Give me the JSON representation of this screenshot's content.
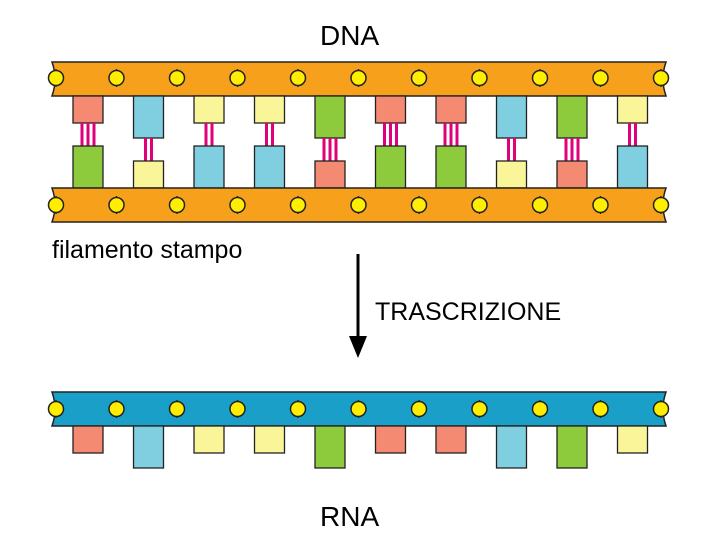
{
  "titles": {
    "dna": "DNA",
    "rna": "RNA",
    "template_strand": "filamento stampo",
    "process": "TRASCRIZIONE"
  },
  "colors": {
    "dna_backbone": "#f7a01c",
    "rna_backbone": "#1aa0c8",
    "phosphate": "#ffee00",
    "hydrogen_bond": "#e0007a",
    "outline": "#222222",
    "arrow": "#000000"
  },
  "base_colors": {
    "red": "#f58a72",
    "blue": "#7fcfe0",
    "yellow": "#fbf59a",
    "green": "#8ecb3c"
  },
  "dna": {
    "top_strand_bases": [
      "red",
      "blue",
      "yellow",
      "yellow",
      "green",
      "red",
      "red",
      "blue",
      "green",
      "yellow"
    ],
    "template_strand_bases": [
      "green",
      "yellow",
      "blue",
      "blue",
      "red",
      "green",
      "green",
      "yellow",
      "red",
      "blue"
    ],
    "hydrogen_bonds": [
      3,
      2,
      2,
      2,
      3,
      3,
      3,
      2,
      3,
      2
    ]
  },
  "rna": {
    "bases": [
      "red",
      "blue",
      "yellow",
      "yellow",
      "green",
      "red",
      "red",
      "blue",
      "green",
      "yellow"
    ]
  }
}
